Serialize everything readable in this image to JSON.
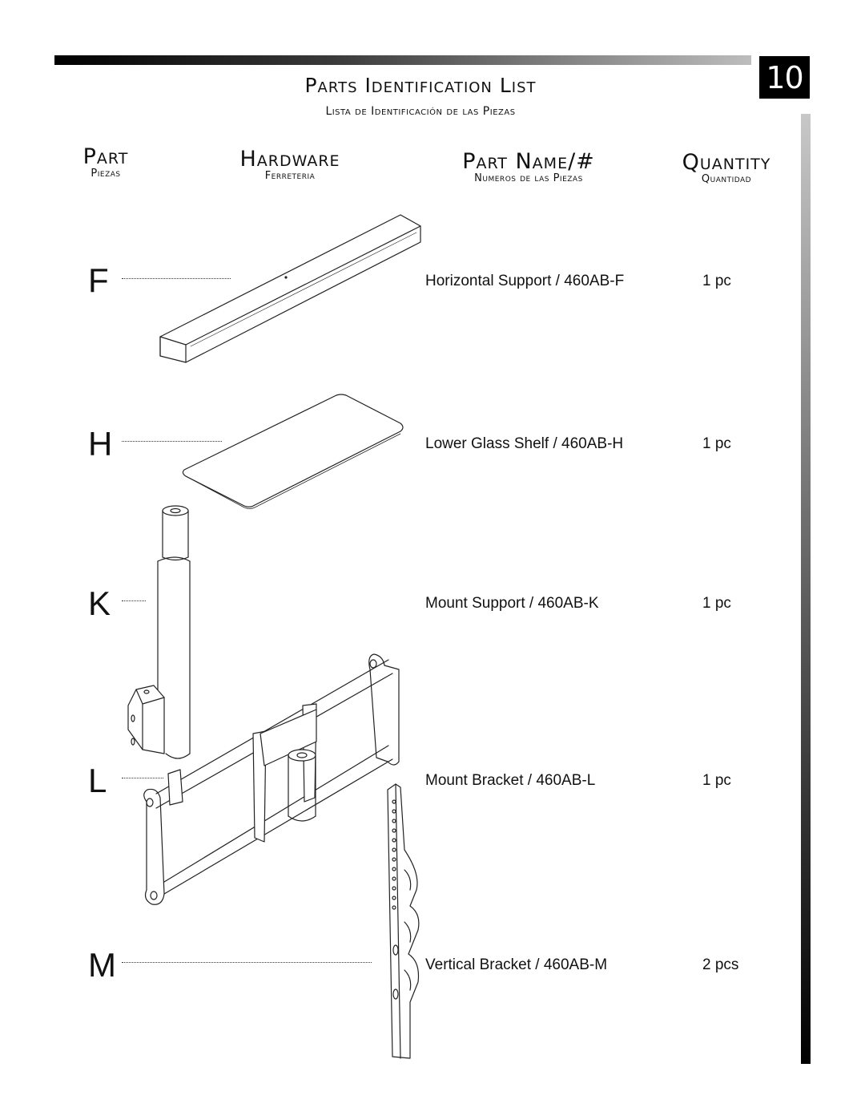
{
  "header": {
    "page_number": "10",
    "title": "Parts Identification List",
    "subtitle": "Lista de Identificación de las Piezas"
  },
  "columns": [
    {
      "label": "Part",
      "sub": "Piezas"
    },
    {
      "label": "Hardware",
      "sub": "Ferreteria"
    },
    {
      "label": "Part Name/#",
      "sub": "Numeros de las Piezas"
    },
    {
      "label": "Quantity",
      "sub": "Quantidad"
    }
  ],
  "parts": [
    {
      "letter": "F",
      "name": "Horizontal Support / 460AB-F",
      "qty": "1 pc"
    },
    {
      "letter": "H",
      "name": "Lower Glass Shelf / 460AB-H",
      "qty": "1 pc"
    },
    {
      "letter": "K",
      "name": "Mount Support / 460AB-K",
      "qty": "1 pc"
    },
    {
      "letter": "L",
      "name": "Mount Bracket / 460AB-L",
      "qty": "1 pc"
    },
    {
      "letter": "M",
      "name": "Vertical Bracket / 460AB-M",
      "qty": "2 pcs"
    }
  ]
}
